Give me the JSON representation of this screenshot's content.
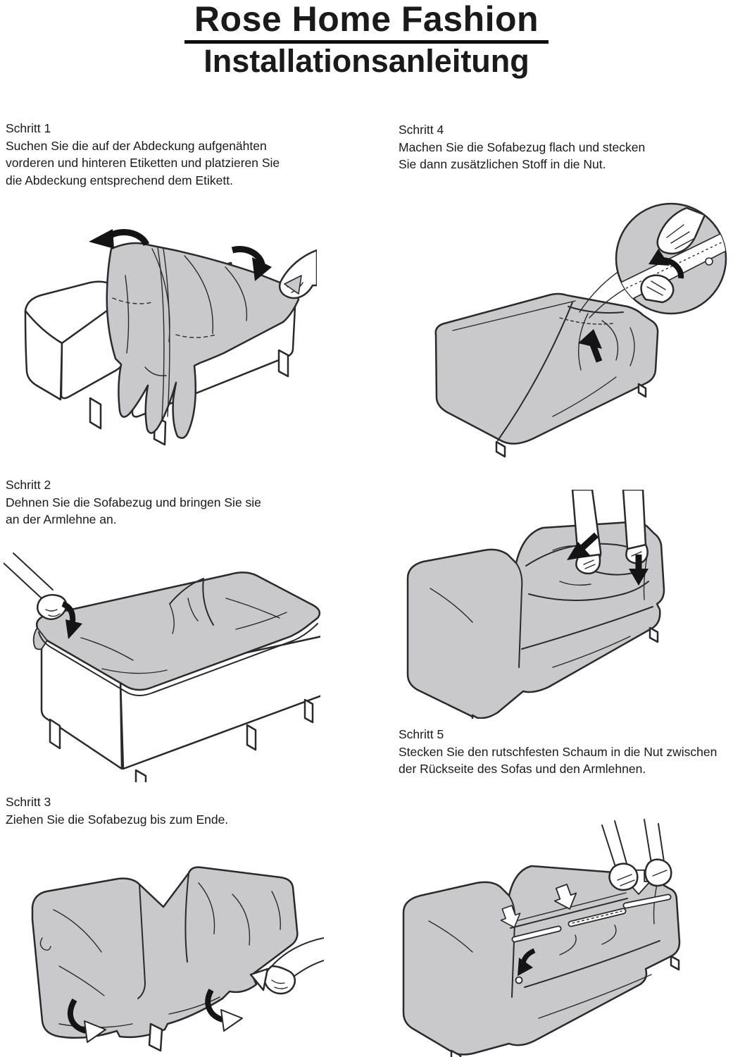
{
  "header": {
    "title": "Rose Home Fashion",
    "subtitle": "Installationsanleitung"
  },
  "colors": {
    "text": "#1a1a1a",
    "outline": "#2a2a2a",
    "cover_gray": "#c9c9cc",
    "arrow_black": "#141414",
    "background": "#ffffff"
  },
  "steps": [
    {
      "label": "Schritt 1",
      "lines": [
        "Suchen Sie die auf der Abdeckung aufgenähten",
        "vorderen und hinteren Etiketten und platzieren Sie",
        "die Abdeckung entsprechend dem Etikett."
      ],
      "illustration": "sofa-with-draped-cover-and-labels"
    },
    {
      "label": "Schritt 2",
      "lines": [
        "Dehnen Sie die Sofabezug und bringen Sie sie",
        "an der Armlehne an."
      ],
      "illustration": "stretch-cover-over-armrest"
    },
    {
      "label": "Schritt 3",
      "lines": [
        "Ziehen Sie die Sofabezug bis zum Ende."
      ],
      "illustration": "pull-cover-to-end-back-view"
    },
    {
      "label": "Schritt 4",
      "lines": [
        "Machen Sie die Sofabezug flach und stecken",
        "Sie dann zusätzlichen Stoff in die Nut."
      ],
      "illustration": "flatten-cover-magnifier-tuck-fabric",
      "illustration2": "tuck-fabric-behind-seat-back"
    },
    {
      "label": "Schritt 5",
      "lines": [
        "Stecken Sie den rutschfesten Schaum in die Nut zwischen",
        "der Rückseite des Sofas und den Armlehnen."
      ],
      "illustration": "insert-antislip-foam-into-groove"
    }
  ]
}
